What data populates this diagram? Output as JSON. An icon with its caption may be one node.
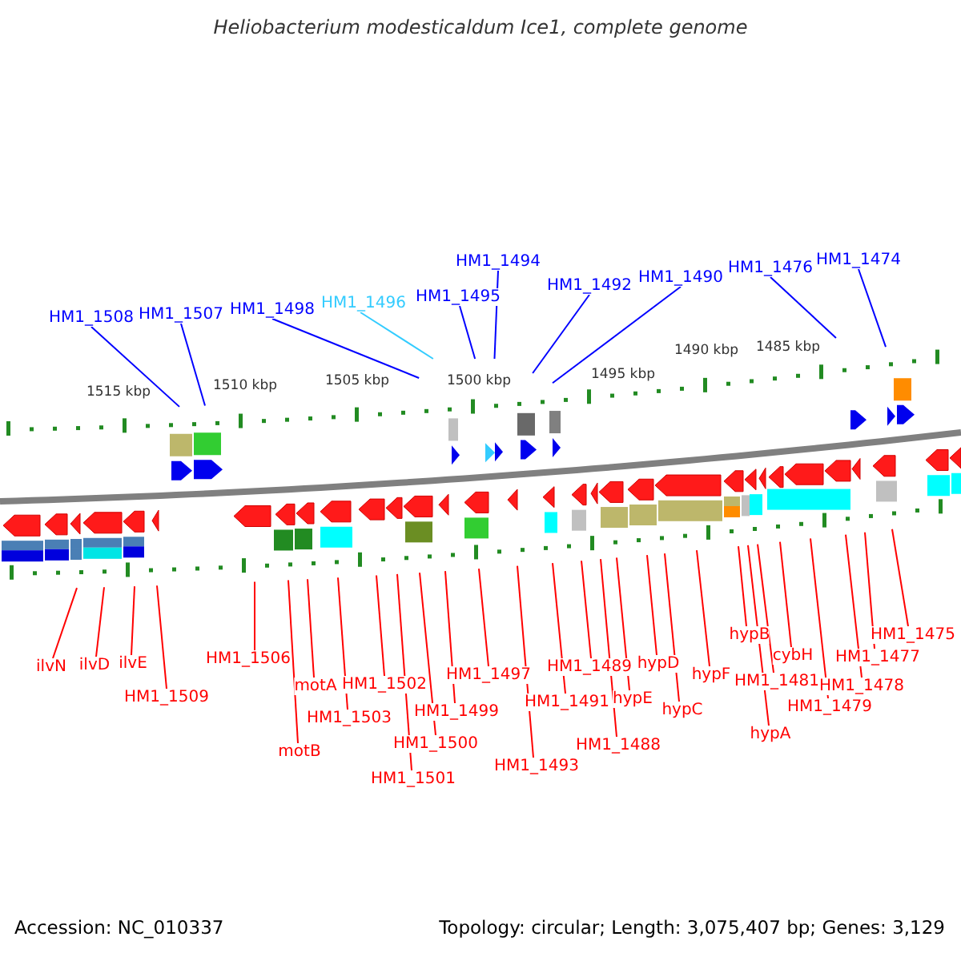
{
  "diagram": {
    "title": "Heliobacterium modesticaldum Ice1, complete genome",
    "nodes": [
      {
        "text": [
          "HM1_1508"
        ]
      },
      {
        "text": [
          "HM1_1507"
        ]
      },
      {
        "text": [
          "HM1_1498"
        ]
      },
      {
        "text": [
          "HM1_1496"
        ]
      },
      {
        "text": [
          "HM1_1495"
        ]
      },
      {
        "text": [
          "HM1_1494"
        ]
      },
      {
        "text": [
          "HM1_1492"
        ]
      },
      {
        "text": [
          "HM1_1490"
        ]
      },
      {
        "text": [
          "HM1_1476"
        ]
      },
      {
        "text": [
          "HM1_1474"
        ]
      },
      {
        "text": [
          "ilvN"
        ]
      },
      {
        "text": [
          "ilvD"
        ]
      },
      {
        "text": [
          "ilvE"
        ]
      },
      {
        "text": [
          "HM1_1509"
        ]
      },
      {
        "text": [
          "HM1_1506"
        ]
      },
      {
        "text": [
          "motB"
        ]
      },
      {
        "text": [
          "motA"
        ]
      },
      {
        "text": [
          "HM1_1503"
        ]
      },
      {
        "text": [
          "HM1_1502"
        ]
      },
      {
        "text": [
          "HM1_1501"
        ]
      },
      {
        "text": [
          "HM1_1500"
        ]
      },
      {
        "text": [
          "HM1_1499"
        ]
      },
      {
        "text": [
          "HM1_1497"
        ]
      },
      {
        "text": [
          "HM1_1493"
        ]
      },
      {
        "text": [
          "HM1_1491"
        ]
      },
      {
        "text": [
          "HM1_1489"
        ]
      },
      {
        "text": [
          "HM1_1488"
        ]
      },
      {
        "text": [
          "hypE"
        ]
      },
      {
        "text": [
          "hypD"
        ]
      },
      {
        "text": [
          "hypC"
        ]
      },
      {
        "text": [
          "hypF"
        ]
      },
      {
        "text": [
          "hypB"
        ]
      },
      {
        "text": [
          "hypA"
        ]
      },
      {
        "text": [
          "HM1_1481"
        ]
      },
      {
        "text": [
          "cybH"
        ]
      },
      {
        "text": [
          "HM1_1479"
        ]
      },
      {
        "text": [
          "HM1_1478"
        ]
      },
      {
        "text": [
          "HM1_1477"
        ]
      },
      {
        "text": [
          "HM1_1475"
        ]
      }
    ],
    "edges": [
      {
        "from": 0,
        "to": null,
        "arrow": "none",
        "color": "#0000ff"
      },
      {
        "from": 1,
        "to": null,
        "arrow": "none",
        "color": "#0000ff"
      },
      {
        "from": 2,
        "to": null,
        "arrow": "none",
        "color": "#0000ff"
      },
      {
        "from": 3,
        "to": null,
        "arrow": "none",
        "color": "#33ccff"
      },
      {
        "from": 4,
        "to": null,
        "arrow": "none",
        "color": "#0000ff"
      },
      {
        "from": 5,
        "to": null,
        "arrow": "none",
        "color": "#0000ff"
      },
      {
        "from": 6,
        "to": null,
        "arrow": "none",
        "color": "#0000ff"
      },
      {
        "from": 7,
        "to": null,
        "arrow": "none",
        "color": "#0000ff"
      },
      {
        "from": 8,
        "to": null,
        "arrow": "none",
        "color": "#0000ff"
      },
      {
        "from": 9,
        "to": null,
        "arrow": "none",
        "color": "#0000ff"
      },
      {
        "from": 10,
        "to": null,
        "arrow": "none"
      },
      {
        "from": 11,
        "to": null,
        "arrow": "none"
      },
      {
        "from": 12,
        "to": null,
        "arrow": "none"
      },
      {
        "from": 13,
        "to": null,
        "arrow": "none"
      },
      {
        "from": 14,
        "to": null,
        "arrow": "none"
      },
      {
        "from": 15,
        "to": null,
        "arrow": "none"
      },
      {
        "from": 16,
        "to": null,
        "arrow": "none"
      },
      {
        "from": 17,
        "to": null,
        "arrow": "none"
      },
      {
        "from": 18,
        "to": null,
        "arrow": "none"
      },
      {
        "from": 19,
        "to": null,
        "arrow": "none"
      },
      {
        "from": 20,
        "to": null,
        "arrow": "none"
      },
      {
        "from": 21,
        "to": null,
        "arrow": "none"
      },
      {
        "from": 22,
        "to": null,
        "arrow": "none"
      },
      {
        "from": 23,
        "to": null,
        "arrow": "none"
      },
      {
        "from": 24,
        "to": null,
        "arrow": "none"
      },
      {
        "from": 25,
        "to": null,
        "arrow": "none"
      },
      {
        "from": 26,
        "to": null,
        "arrow": "none"
      },
      {
        "from": 27,
        "to": null,
        "arrow": "none"
      },
      {
        "from": 28,
        "to": null,
        "arrow": "none"
      },
      {
        "from": 29,
        "to": null,
        "arrow": "none"
      },
      {
        "from": 30,
        "to": null,
        "arrow": "none"
      },
      {
        "from": 31,
        "to": null,
        "arrow": "none"
      },
      {
        "from": 32,
        "to": null,
        "arrow": "none"
      },
      {
        "from": 33,
        "to": null,
        "arrow": "none"
      },
      {
        "from": 34,
        "to": null,
        "arrow": "none"
      },
      {
        "from": 35,
        "to": null,
        "arrow": "none"
      },
      {
        "from": 36,
        "to": null,
        "arrow": "none"
      },
      {
        "from": 37,
        "to": null,
        "arrow": "none"
      },
      {
        "from": 38,
        "to": null,
        "arrow": "none"
      }
    ],
    "labels": [
      "1515 kbp",
      "1510 kbp",
      "1505 kbp",
      "1500 kbp",
      "1495 kbp",
      "1490 kbp",
      "1485 kbp",
      "Accession: NC_010337",
      "Topology: circular; Length: 3,075,407 bp; Genes: 3,129"
    ]
  }
}
